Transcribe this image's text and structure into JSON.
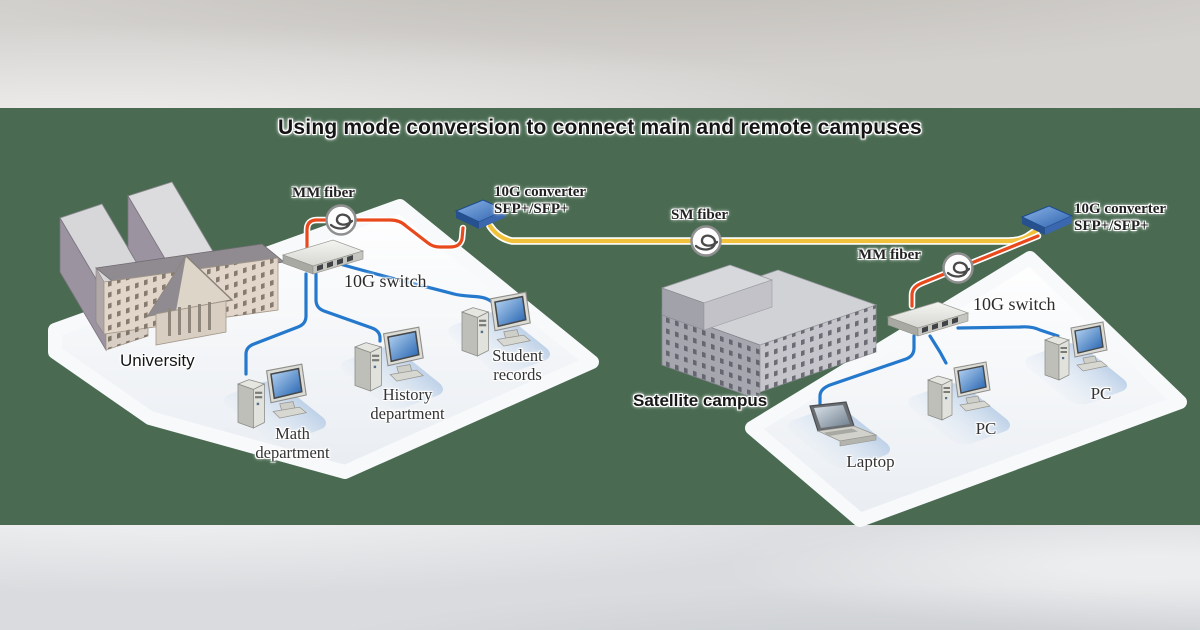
{
  "title": "Using mode conversion to connect main and remote campuses",
  "colors": {
    "canvas_green": "#4a6b52",
    "band_gray_top": "#d4d2cf",
    "band_gray_bottom": "#d9dbde",
    "mm_fiber_red": "#e84a1e",
    "sm_fiber_yellow": "#f1c13c",
    "ethernet_blue": "#2579cd",
    "converter_blue": "#3f6fb4"
  },
  "icons": {
    "fiber_coil_icon": "s-curve fiber loop inside white circle"
  },
  "left_campus": {
    "building_label": "University",
    "switch_label": "10G switch",
    "mm_fiber_label": "MM fiber",
    "converter_label": [
      "10G converter",
      "SFP+/SFP+"
    ],
    "devices": [
      {
        "lines": [
          "Math",
          "department"
        ]
      },
      {
        "lines": [
          "History",
          "department"
        ]
      },
      {
        "lines": [
          "Student",
          "records"
        ]
      }
    ]
  },
  "backbone": {
    "sm_fiber_label": "SM fiber"
  },
  "right_campus": {
    "building_label": "Satellite campus",
    "switch_label": "10G switch",
    "mm_fiber_label": "MM fiber",
    "converter_label": [
      "10G converter",
      "SFP+/SFP+"
    ],
    "devices": [
      {
        "lines": [
          "Laptop"
        ]
      },
      {
        "lines": [
          "PC"
        ]
      },
      {
        "lines": [
          "PC"
        ]
      }
    ]
  }
}
